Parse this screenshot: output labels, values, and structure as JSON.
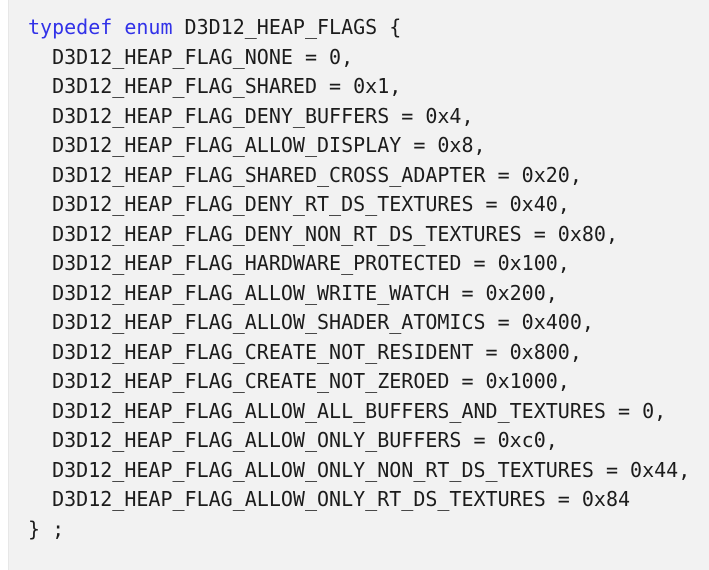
{
  "colors": {
    "page_background": "#ffffff",
    "code_background": "#f2f2f2",
    "text": "#1c1c1c",
    "keyword": "#3232e8"
  },
  "code_block": {
    "language": "cpp",
    "lines": [
      {
        "segments": [
          {
            "type": "keyword",
            "text": "typedef"
          },
          {
            "type": "plain",
            "text": " "
          },
          {
            "type": "keyword",
            "text": "enum"
          },
          {
            "type": "plain",
            "text": " D3D12_HEAP_FLAGS {"
          }
        ]
      },
      {
        "segments": [
          {
            "type": "plain",
            "text": "  D3D12_HEAP_FLAG_NONE = 0,"
          }
        ]
      },
      {
        "segments": [
          {
            "type": "plain",
            "text": "  D3D12_HEAP_FLAG_SHARED = 0x1,"
          }
        ]
      },
      {
        "segments": [
          {
            "type": "plain",
            "text": "  D3D12_HEAP_FLAG_DENY_BUFFERS = 0x4,"
          }
        ]
      },
      {
        "segments": [
          {
            "type": "plain",
            "text": "  D3D12_HEAP_FLAG_ALLOW_DISPLAY = 0x8,"
          }
        ]
      },
      {
        "segments": [
          {
            "type": "plain",
            "text": "  D3D12_HEAP_FLAG_SHARED_CROSS_ADAPTER = 0x20,"
          }
        ]
      },
      {
        "segments": [
          {
            "type": "plain",
            "text": "  D3D12_HEAP_FLAG_DENY_RT_DS_TEXTURES = 0x40,"
          }
        ]
      },
      {
        "segments": [
          {
            "type": "plain",
            "text": "  D3D12_HEAP_FLAG_DENY_NON_RT_DS_TEXTURES = 0x80,"
          }
        ]
      },
      {
        "segments": [
          {
            "type": "plain",
            "text": "  D3D12_HEAP_FLAG_HARDWARE_PROTECTED = 0x100,"
          }
        ]
      },
      {
        "segments": [
          {
            "type": "plain",
            "text": "  D3D12_HEAP_FLAG_ALLOW_WRITE_WATCH = 0x200,"
          }
        ]
      },
      {
        "segments": [
          {
            "type": "plain",
            "text": "  D3D12_HEAP_FLAG_ALLOW_SHADER_ATOMICS = 0x400,"
          }
        ]
      },
      {
        "segments": [
          {
            "type": "plain",
            "text": "  D3D12_HEAP_FLAG_CREATE_NOT_RESIDENT = 0x800,"
          }
        ]
      },
      {
        "segments": [
          {
            "type": "plain",
            "text": "  D3D12_HEAP_FLAG_CREATE_NOT_ZEROED = 0x1000,"
          }
        ]
      },
      {
        "segments": [
          {
            "type": "plain",
            "text": "  D3D12_HEAP_FLAG_ALLOW_ALL_BUFFERS_AND_TEXTURES = 0,"
          }
        ]
      },
      {
        "segments": [
          {
            "type": "plain",
            "text": "  D3D12_HEAP_FLAG_ALLOW_ONLY_BUFFERS = 0xc0,"
          }
        ]
      },
      {
        "segments": [
          {
            "type": "plain",
            "text": "  D3D12_HEAP_FLAG_ALLOW_ONLY_NON_RT_DS_TEXTURES = 0x44,"
          }
        ]
      },
      {
        "segments": [
          {
            "type": "plain",
            "text": "  D3D12_HEAP_FLAG_ALLOW_ONLY_RT_DS_TEXTURES = 0x84"
          }
        ]
      },
      {
        "segments": [
          {
            "type": "plain",
            "text": "} ;"
          }
        ]
      }
    ]
  }
}
